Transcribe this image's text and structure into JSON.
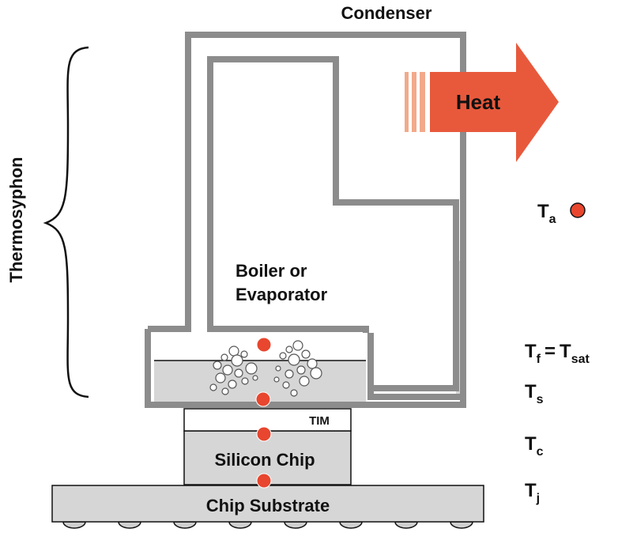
{
  "labels": {
    "condenser": "Condenser",
    "heat": "Heat",
    "thermosyphon": "Thermosyphon",
    "boiler_line1": "Boiler or",
    "boiler_line2": "Evaporator",
    "tim": "TIM",
    "silicon_chip": "Silicon Chip",
    "chip_substrate": "Chip Substrate"
  },
  "temperatures": {
    "ambient": {
      "main": "T",
      "sub": "a"
    },
    "fluid": {
      "main": "T",
      "sub": "f"
    },
    "equals": "=",
    "saturation": {
      "main": "T",
      "sub": "sat"
    },
    "surface": {
      "main": "T",
      "sub": "s"
    },
    "case": {
      "main": "T",
      "sub": "c"
    },
    "junction": {
      "main": "T",
      "sub": "j"
    }
  },
  "colors": {
    "pipe": "#8c8c8c",
    "block_fill": "#d6d6d6",
    "heat_arrow": "#e8593c",
    "heat_stripes": "#f2a98a",
    "sensor": "#e8462e",
    "outline": "#111111"
  }
}
